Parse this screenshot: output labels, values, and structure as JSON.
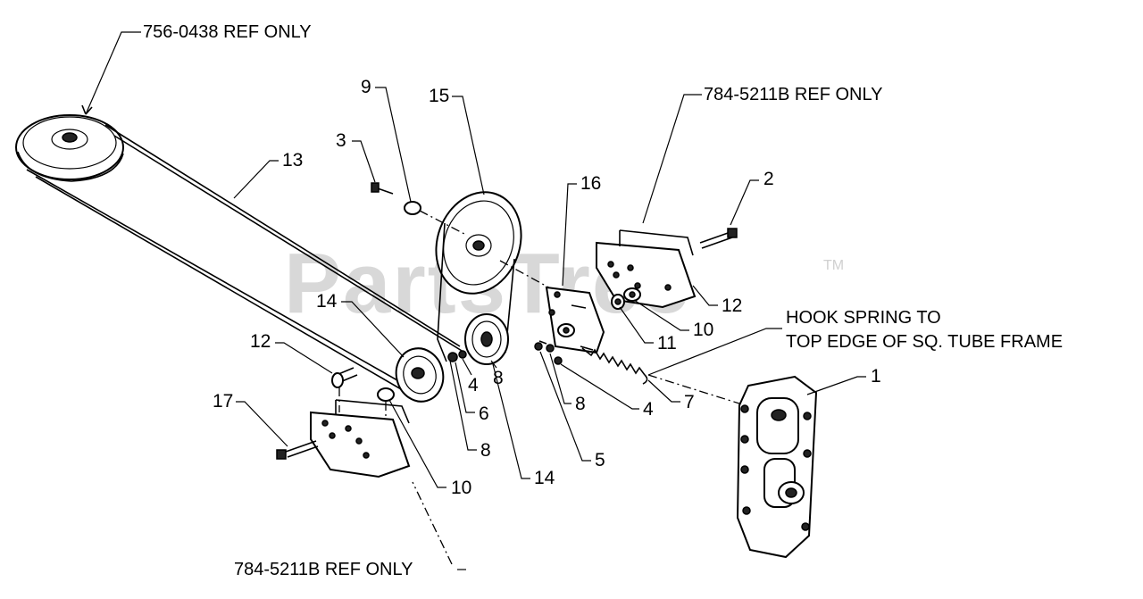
{
  "watermark": {
    "text": "PartsTree",
    "trademark": "TM"
  },
  "references": {
    "pulley_ref": "756-0438 REF ONLY",
    "bracket_ref_top": "784-5211B REF ONLY",
    "bracket_ref_bottom": "784-5211B REF ONLY"
  },
  "note": {
    "line1": "HOOK SPRING TO",
    "line2": "TOP EDGE OF SQ. TUBE FRAME"
  },
  "callouts": {
    "c1": "1",
    "c2": "2",
    "c3": "3",
    "c4a": "4",
    "c4b": "4",
    "c5": "5",
    "c6": "6",
    "c7": "7",
    "c8a": "8",
    "c8b": "8",
    "c8c": "8",
    "c9": "9",
    "c10a": "10",
    "c10b": "10",
    "c11": "11",
    "c12a": "12",
    "c12b": "12",
    "c13": "13",
    "c14a": "14",
    "c14b": "14",
    "c15": "15",
    "c16": "16",
    "c17": "17"
  }
}
